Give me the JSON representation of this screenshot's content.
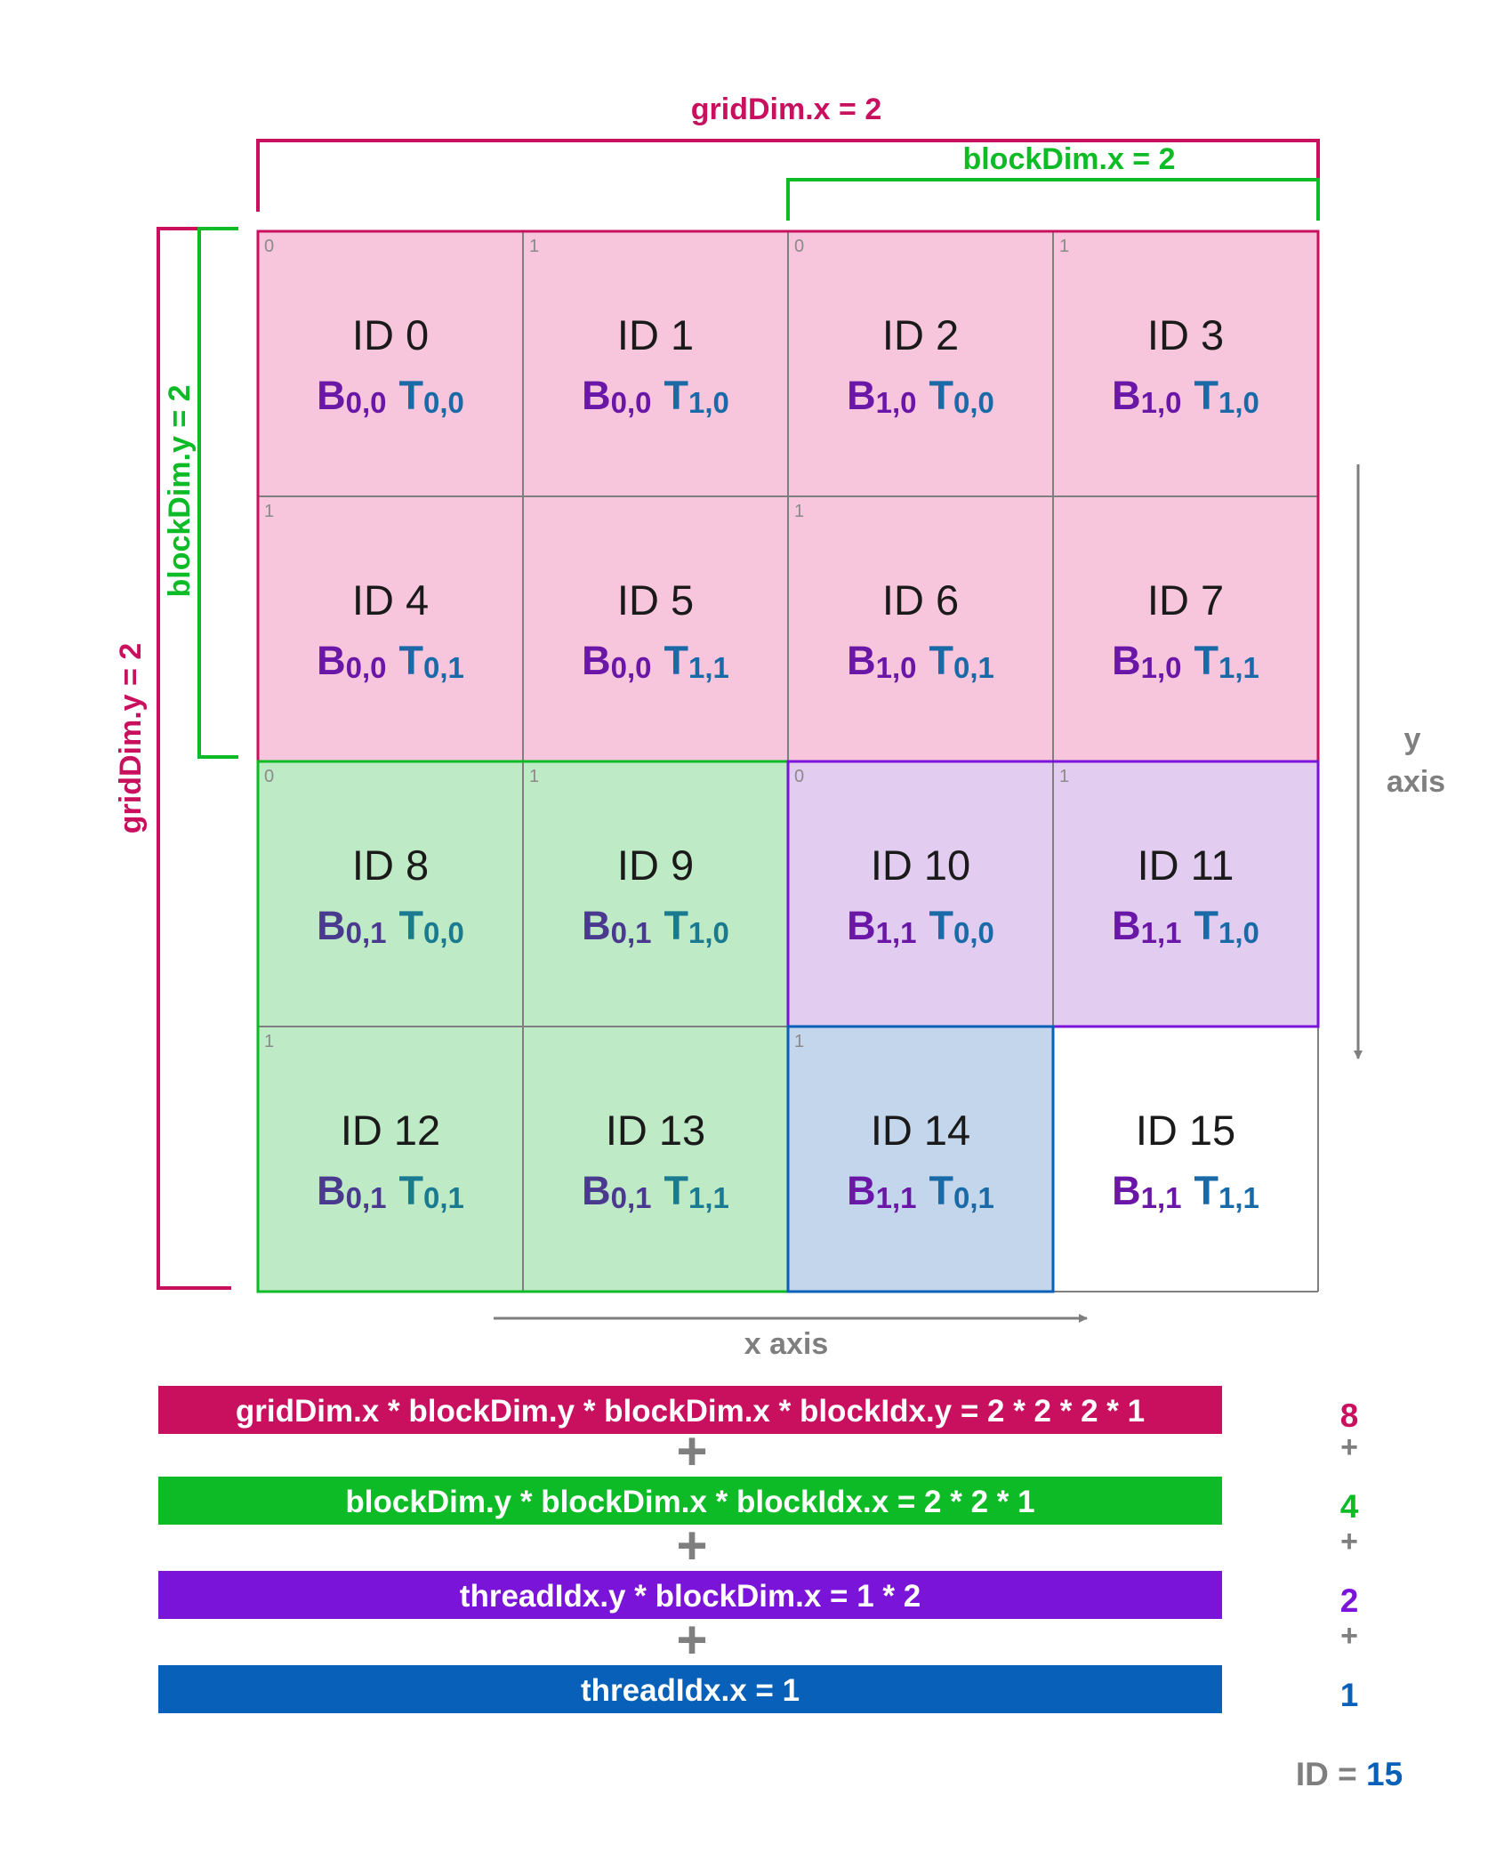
{
  "colors": {
    "magenta": "#c8105e",
    "green": "#0dbb26",
    "purple": "#7a14d8",
    "blue": "#0860b8",
    "gray": "#7f7f7f",
    "block_letter": "#6a17a8",
    "thread_letter": "#1a6aa8",
    "block_letter_green": "#4a3a8f",
    "thread_letter_green": "#1a7a8f",
    "fill_pink": "#f7c6dc",
    "fill_green": "#bfeac6",
    "fill_purple": "#e2cdf0",
    "fill_blue": "#c3d6ec",
    "fill_white": "#ffffff"
  },
  "labels": {
    "grid_dim_x": "gridDim.x = 2",
    "block_dim_x": "blockDim.x = 2",
    "grid_dim_y": "gridDim.y = 2",
    "block_dim_y": "blockDim.y = 2",
    "y_axis_line1": "y",
    "y_axis_line2": "axis",
    "x_axis": "x axis"
  },
  "cells": [
    {
      "id": "ID 0",
      "b": "0,0",
      "t": "0,0",
      "corner": "0",
      "fill": "pink"
    },
    {
      "id": "ID 1",
      "b": "0,0",
      "t": "1,0",
      "corner": "1",
      "fill": "pink"
    },
    {
      "id": "ID 2",
      "b": "1,0",
      "t": "0,0",
      "corner": "0",
      "fill": "pink"
    },
    {
      "id": "ID 3",
      "b": "1,0",
      "t": "1,0",
      "corner": "1",
      "fill": "pink"
    },
    {
      "id": "ID 4",
      "b": "0,0",
      "t": "0,1",
      "corner": "1",
      "fill": "pink"
    },
    {
      "id": "ID 5",
      "b": "0,0",
      "t": "1,1",
      "corner": "",
      "fill": "pink"
    },
    {
      "id": "ID 6",
      "b": "1,0",
      "t": "0,1",
      "corner": "1",
      "fill": "pink"
    },
    {
      "id": "ID 7",
      "b": "1,0",
      "t": "1,1",
      "corner": "",
      "fill": "pink"
    },
    {
      "id": "ID 8",
      "b": "0,1",
      "t": "0,0",
      "corner": "0",
      "fill": "green"
    },
    {
      "id": "ID 9",
      "b": "0,1",
      "t": "1,0",
      "corner": "1",
      "fill": "green"
    },
    {
      "id": "ID 10",
      "b": "1,1",
      "t": "0,0",
      "corner": "0",
      "fill": "purple"
    },
    {
      "id": "ID 11",
      "b": "1,1",
      "t": "1,0",
      "corner": "1",
      "fill": "purple"
    },
    {
      "id": "ID 12",
      "b": "0,1",
      "t": "0,1",
      "corner": "1",
      "fill": "green"
    },
    {
      "id": "ID 13",
      "b": "0,1",
      "t": "1,1",
      "corner": "",
      "fill": "green"
    },
    {
      "id": "ID 14",
      "b": "1,1",
      "t": "0,1",
      "corner": "1",
      "fill": "blue"
    },
    {
      "id": "ID 15",
      "b": "1,1",
      "t": "1,1",
      "corner": "",
      "fill": "white"
    }
  ],
  "b_letter": "B",
  "t_letter": "T",
  "formula": [
    {
      "text": "gridDim.x * blockDim.y * blockDim.x * blockIdx.y = 2 * 2 * 2 * 1",
      "term": "8",
      "color": "magenta"
    },
    {
      "text": "blockDim.y * blockDim.x * blockIdx.x = 2 * 2 * 1",
      "term": "4",
      "color": "green"
    },
    {
      "text": "threadIdx.y * blockDim.x = 1 * 2",
      "term": "2",
      "color": "purple"
    },
    {
      "text": "threadIdx.x = 1",
      "term": "1",
      "color": "blue"
    }
  ],
  "plus": "+",
  "result": {
    "prefix": "ID = ",
    "value": "15"
  }
}
